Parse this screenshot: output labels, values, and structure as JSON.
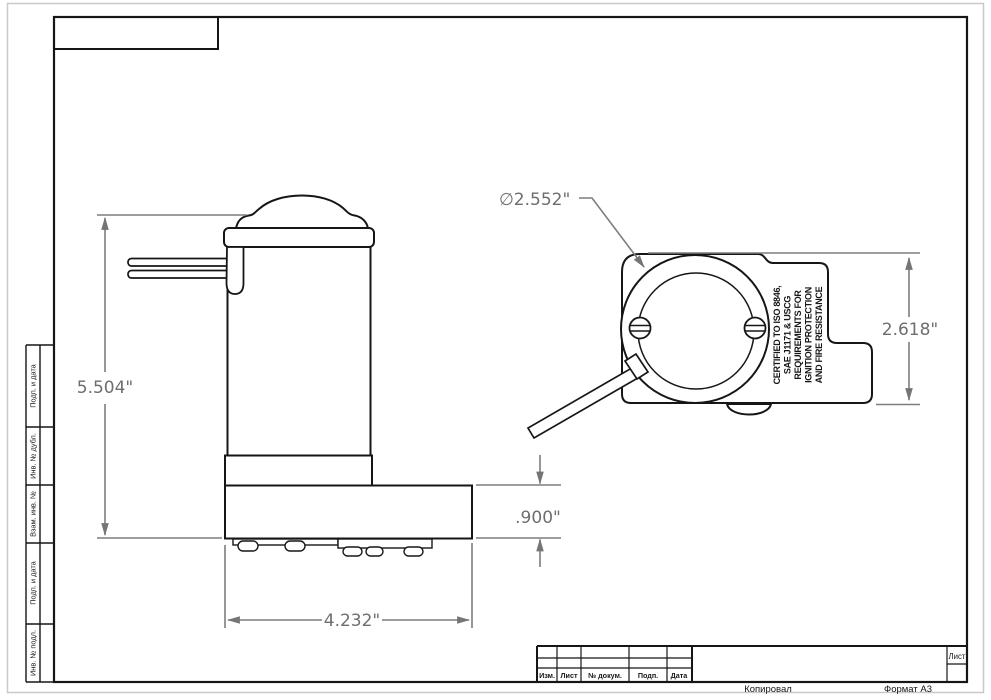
{
  "dimensions": {
    "height": "5.504\"",
    "width": "4.232\"",
    "base_height": ".900\"",
    "diameter": "∅2.552\"",
    "side_height": "2.618\""
  },
  "certification": {
    "lines": [
      "CERTIFIED TO ISO 8846,",
      "SAE J1171 & USCG",
      "REQUIREMENTS FOR",
      "IGNITION PROTECTION",
      "AND FIRE RESISTANCE"
    ]
  },
  "margin_labels": {
    "box1": "Подп. и дата",
    "box2": "Инв. № дубл.",
    "box3": "Взам. инв. №",
    "box4": "Подп. и дата",
    "box5": "Инв. № подл."
  },
  "title_block": {
    "col_izm": "Изм.",
    "col_list": "Лист",
    "col_dokum": "№ докум.",
    "col_podp": "Подп.",
    "col_data": "Дата",
    "sheet": "Лист",
    "footer_copy": "Копировал",
    "footer_format": "Формат А3"
  },
  "colors": {
    "line": "#161616",
    "dimension": "#757575",
    "page_border": "#c9c9c9"
  }
}
